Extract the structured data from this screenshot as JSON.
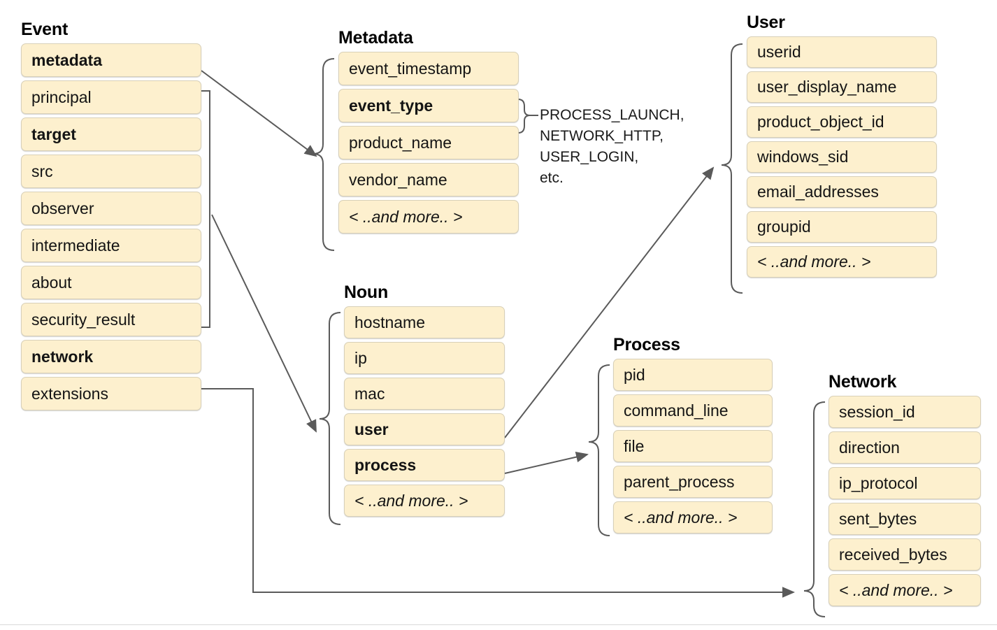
{
  "diagram": {
    "title_visible": false,
    "colors": {
      "field_fill": "#FDF0CE",
      "field_border": "#D8D0B8",
      "connector": "#5A5A5A",
      "text": "#141414",
      "background": "#FFFFFF"
    },
    "groups": [
      {
        "id": "event",
        "title": "Event",
        "fields": [
          {
            "label": "metadata",
            "bold": true
          },
          {
            "label": "principal",
            "bold": false
          },
          {
            "label": "target",
            "bold": true
          },
          {
            "label": "src",
            "bold": false
          },
          {
            "label": "observer",
            "bold": false
          },
          {
            "label": "intermediate",
            "bold": false
          },
          {
            "label": "about",
            "bold": false
          },
          {
            "label": "security_result",
            "bold": false
          },
          {
            "label": "network",
            "bold": true
          },
          {
            "label": "extensions",
            "bold": false
          }
        ]
      },
      {
        "id": "metadata",
        "title": "Metadata",
        "fields": [
          {
            "label": "event_timestamp",
            "bold": false
          },
          {
            "label": "event_type",
            "bold": true
          },
          {
            "label": "product_name",
            "bold": false
          },
          {
            "label": "vendor_name",
            "bold": false
          },
          {
            "label": "< ..and more.. >",
            "bold": false,
            "more": true
          }
        ]
      },
      {
        "id": "user",
        "title": "User",
        "fields": [
          {
            "label": "userid",
            "bold": false
          },
          {
            "label": "user_display_name",
            "bold": false
          },
          {
            "label": "product_object_id",
            "bold": false
          },
          {
            "label": "windows_sid",
            "bold": false
          },
          {
            "label": "email_addresses",
            "bold": false
          },
          {
            "label": "groupid",
            "bold": false
          },
          {
            "label": "< ..and more.. >",
            "bold": false,
            "more": true
          }
        ]
      },
      {
        "id": "noun",
        "title": "Noun",
        "fields": [
          {
            "label": "hostname",
            "bold": false
          },
          {
            "label": "ip",
            "bold": false
          },
          {
            "label": "mac",
            "bold": false
          },
          {
            "label": "user",
            "bold": true
          },
          {
            "label": "process",
            "bold": true
          },
          {
            "label": "< ..and more.. >",
            "bold": false,
            "more": true
          }
        ]
      },
      {
        "id": "process",
        "title": "Process",
        "fields": [
          {
            "label": "pid",
            "bold": false
          },
          {
            "label": "command_line",
            "bold": false
          },
          {
            "label": "file",
            "bold": false
          },
          {
            "label": "parent_process",
            "bold": false
          },
          {
            "label": "< ..and more.. >",
            "bold": false,
            "more": true
          }
        ]
      },
      {
        "id": "network",
        "title": "Network",
        "fields": [
          {
            "label": "session_id",
            "bold": false
          },
          {
            "label": "direction",
            "bold": false
          },
          {
            "label": "ip_protocol",
            "bold": false
          },
          {
            "label": "sent_bytes",
            "bold": false
          },
          {
            "label": "received_bytes",
            "bold": false
          },
          {
            "label": "< ..and more.. >",
            "bold": false,
            "more": true
          }
        ]
      }
    ],
    "annotations": {
      "event_type_values": "PROCESS_LAUNCH,\nNETWORK_HTTP,\nUSER_LOGIN,\netc."
    },
    "connections": [
      {
        "from": "event.metadata",
        "to": "metadata"
      },
      {
        "from": "event.principal-target-src-observer-intermediate-about",
        "to": "noun"
      },
      {
        "from": "event.network",
        "to": "network"
      },
      {
        "from": "noun.user",
        "to": "user"
      },
      {
        "from": "noun.process",
        "to": "process"
      },
      {
        "from": "metadata.event_type",
        "to": "event_type_values"
      }
    ]
  }
}
